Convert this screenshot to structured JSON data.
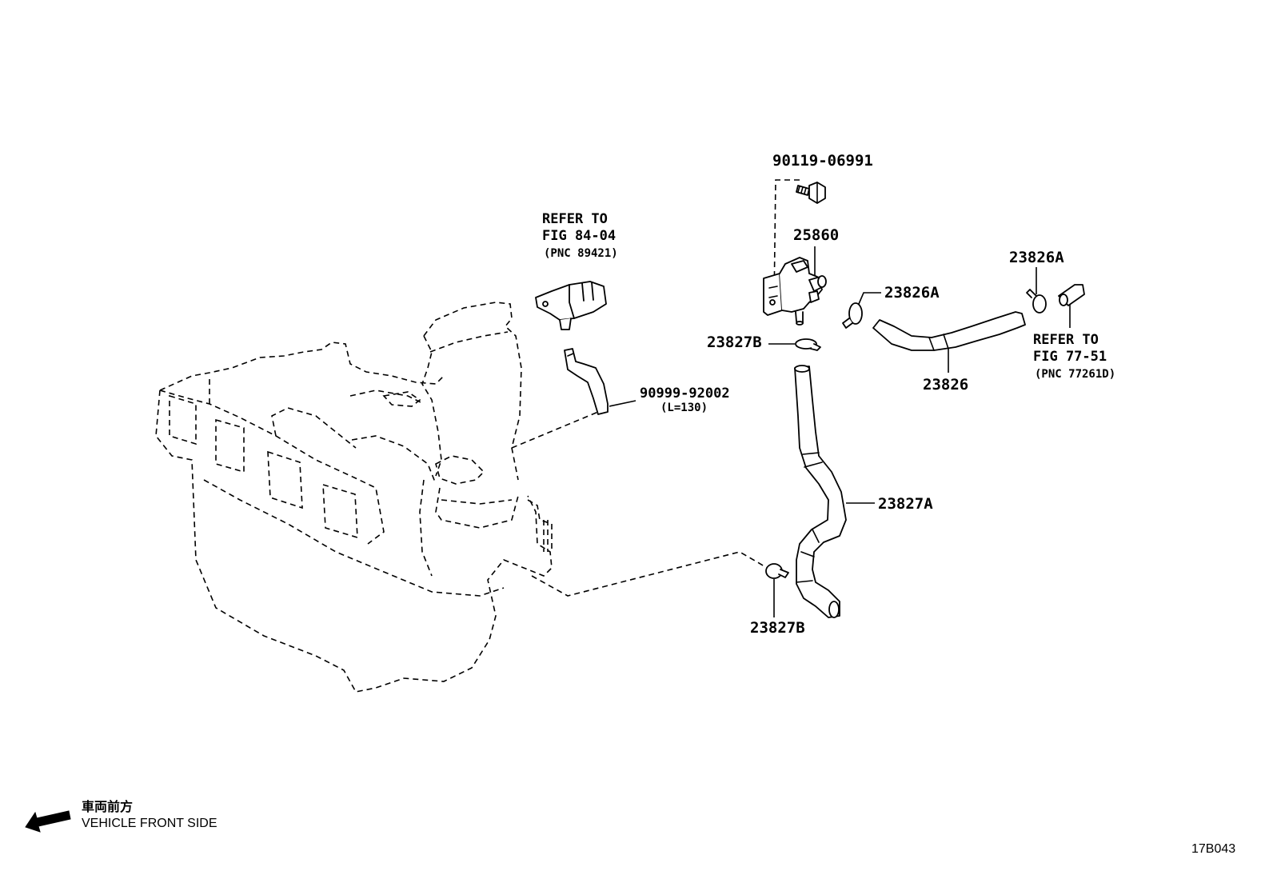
{
  "labels": {
    "bolt": "90119-06991",
    "valve": "25860",
    "clamp_upper_right": "23826A",
    "clamp_mid": "23826A",
    "clamp_top": "23827B",
    "hose_upper": "23826",
    "hose_lower": "23827A",
    "clamp_bottom": "23827B",
    "vacuum_hose": "90999-92002",
    "vacuum_hose_length": "(L=130)",
    "refer_sensor_1": "REFER TO",
    "refer_sensor_2": "FIG 84-04",
    "refer_sensor_3": "(PNC 89421)",
    "refer_pipe_1": "REFER TO",
    "refer_pipe_2": "FIG 77-51",
    "refer_pipe_3": "(PNC 77261D)"
  },
  "footer": {
    "front_jp": "車両前方",
    "front_en": "VEHICLE FRONT SIDE",
    "figure_code": "17B043"
  },
  "icons": {
    "direction_arrow": "arrow-left-down-icon"
  }
}
